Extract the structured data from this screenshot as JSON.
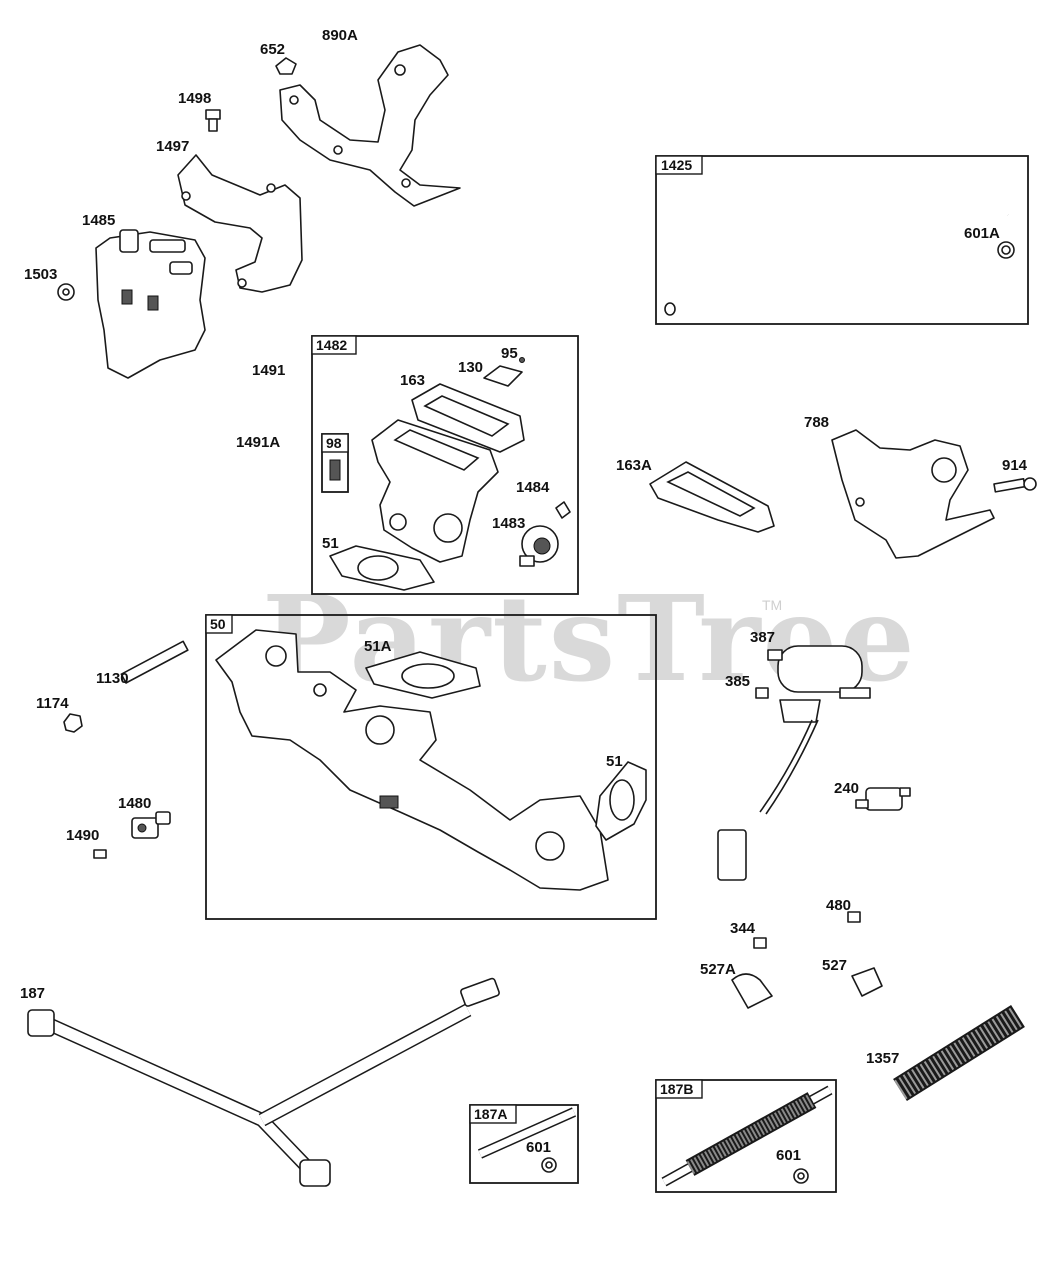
{
  "watermark": {
    "text": "PartsTree",
    "tm": "TM"
  },
  "boxes": {
    "b1425": "1425",
    "b1482": "1482",
    "b98": "98",
    "b50": "50",
    "b187A": "187A",
    "b187B": "187B"
  },
  "labels": {
    "l652": "652",
    "l890A": "890A",
    "l1498": "1498",
    "l1497": "1497",
    "l1485": "1485",
    "l1503": "1503",
    "l601A": "601A",
    "l1491": "1491",
    "l1491A": "1491A",
    "l95": "95",
    "l130": "130",
    "l163": "163",
    "l1484": "1484",
    "l1483": "1483",
    "l51a": "51",
    "l788": "788",
    "l914": "914",
    "l163A": "163A",
    "l387": "387",
    "l385": "385",
    "l51A": "51A",
    "l1130": "1130",
    "l1174": "1174",
    "l1480": "1480",
    "l1490": "1490",
    "l51b": "51",
    "l240": "240",
    "l344": "344",
    "l480": "480",
    "l527A": "527A",
    "l527": "527",
    "l187": "187",
    "l1357": "1357",
    "l601a": "601",
    "l601b": "601"
  }
}
